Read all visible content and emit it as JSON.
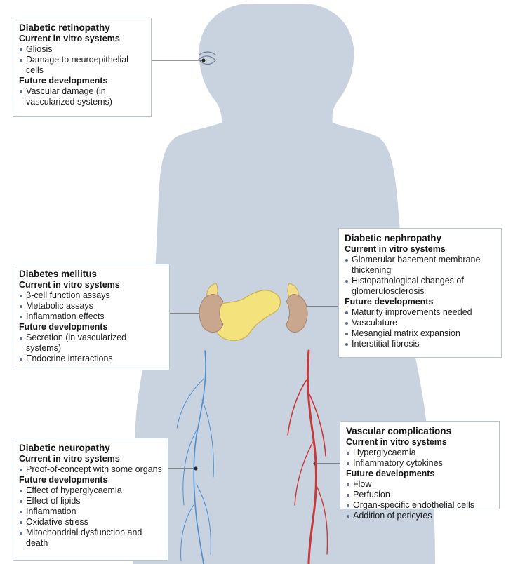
{
  "colors": {
    "silhouette": "#c9d3df",
    "box_border": "#b7c3d3",
    "pancreas": "#f4e27c",
    "kidney": "#c9a78f",
    "adrenal": "#f3dc86",
    "nerve": "#4f8fcf",
    "vessel": "#c63a3a"
  },
  "icons": [
    "eye-icon",
    "pancreas-icon",
    "kidney-icon",
    "nerve-icon",
    "blood-vessel-icon"
  ],
  "retinopathy": {
    "title": "Diabetic retinopathy",
    "current_heading": "Current in vitro systems",
    "current": [
      "Gliosis",
      "Damage to neuroepithelial cells"
    ],
    "future_heading": "Future developments",
    "future": [
      "Vascular damage (in vascularized systems)"
    ]
  },
  "nephropathy": {
    "title": "Diabetic nephropathy",
    "current_heading": "Current in vitro systems",
    "current": [
      "Glomerular basement membrane thickening",
      "Histopathological changes of glomerulosclerosis"
    ],
    "future_heading": "Future developments",
    "future": [
      "Maturity improvements needed",
      "Vasculature",
      "Mesangial matrix expansion",
      "Interstitial fibrosis"
    ]
  },
  "mellitus": {
    "title": "Diabetes mellitus",
    "current_heading": "Current in vitro systems",
    "current": [
      "β-cell function assays",
      "Metabolic assays",
      "Inflammation effects"
    ],
    "future_heading": "Future developments",
    "future": [
      "Secretion (in vascularized systems)",
      "Endocrine interactions"
    ]
  },
  "neuropathy": {
    "title": "Diabetic neuropathy",
    "current_heading": "Current in vitro systems",
    "current": [
      "Proof-of-concept with some organs"
    ],
    "future_heading": "Future developments",
    "future": [
      "Effect of hyperglycaemia",
      "Effect of lipids",
      "Inflammation",
      "Oxidative stress",
      "Mitochondrial dysfunction and death"
    ]
  },
  "vascular": {
    "title": "Vascular complications",
    "current_heading": "Current in vitro systems",
    "current": [
      "Hyperglycaemia",
      "Inflammatory cytokines"
    ],
    "future_heading": "Future developments",
    "future": [
      "Flow",
      "Perfusion",
      "Organ-specific endothelial cells",
      "Addition of pericytes"
    ]
  }
}
